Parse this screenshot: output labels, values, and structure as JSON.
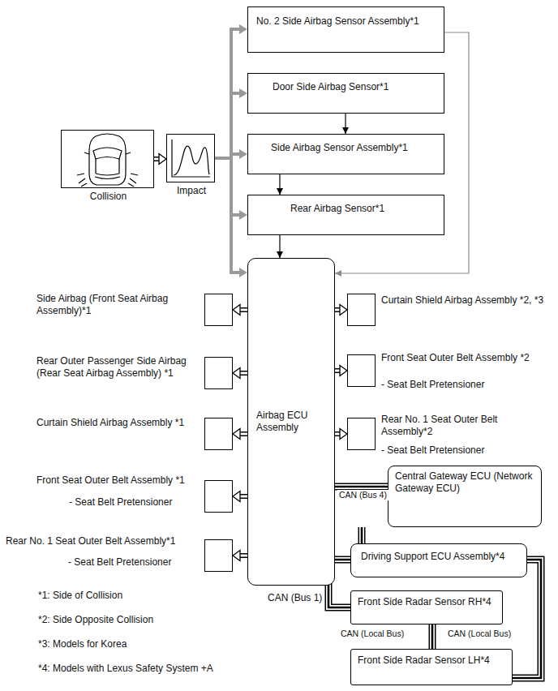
{
  "diagram": {
    "nodes": [
      {
        "text": [
          "No. 2 Side Airbag Sensor Assembly*1"
        ]
      },
      {
        "text": [
          "Door Side Airbag Sensor*1"
        ]
      },
      {
        "text": [
          "Side Airbag Sensor Assembly*1"
        ]
      },
      {
        "text": [
          "Rear Airbag Sensor*1"
        ]
      },
      {
        "text": [
          "Collision"
        ]
      },
      {
        "text": [
          "Impact"
        ]
      },
      {
        "text": [
          "Airbag ECU Assembly"
        ]
      },
      {
        "text": [
          "Side Airbag (Front Seat Airbag Assembly)*1"
        ]
      },
      {
        "text": [
          "Rear Outer Passenger Side Airbag (Rear Seat Airbag Assembly) *1"
        ]
      },
      {
        "text": [
          "Curtain Shield Airbag Assembly *1"
        ]
      },
      {
        "text": [
          "Front Seat Outer Belt Assembly *1",
          "- Seat Belt Pretensioner"
        ]
      },
      {
        "text": [
          "Rear No. 1 Seat Outer Belt Assembly*1",
          "- Seat Belt Pretensioner"
        ]
      },
      {
        "text": [
          "Curtain Shield Airbag Assembly *2, *3"
        ]
      },
      {
        "text": [
          "Front Seat Outer Belt Assembly *2",
          "- Seat Belt Pretensioner"
        ]
      },
      {
        "text": [
          "Rear No. 1 Seat Outer Belt Assembly*2",
          "- Seat Belt Pretensioner"
        ]
      },
      {
        "text": [
          "Central Gateway ECU (Network Gateway ECU)"
        ]
      },
      {
        "text": [
          "Driving Support ECU Assembly*4"
        ]
      },
      {
        "text": [
          "Front Side Radar Sensor RH*4"
        ]
      },
      {
        "text": [
          "Front Side Radar Sensor LH*4"
        ]
      }
    ],
    "edges": [
      {
        "from": 4,
        "to": 5,
        "arrow": "to"
      },
      {
        "from": 5,
        "to": 0,
        "arrow": "to"
      },
      {
        "from": 5,
        "to": 1,
        "arrow": "to"
      },
      {
        "from": 5,
        "to": 2,
        "arrow": "to"
      },
      {
        "from": 5,
        "to": 3,
        "arrow": "to"
      },
      {
        "from": 5,
        "to": 6,
        "arrow": "to"
      },
      {
        "from": 1,
        "to": 2,
        "arrow": "to"
      },
      {
        "from": 2,
        "to": 3,
        "arrow": "to"
      },
      {
        "from": 3,
        "to": 6,
        "arrow": "to"
      },
      {
        "from": 0,
        "to": 6,
        "arrow": "to"
      },
      {
        "from": 6,
        "to": 7,
        "arrow": "to"
      },
      {
        "from": 6,
        "to": 8,
        "arrow": "to"
      },
      {
        "from": 6,
        "to": 9,
        "arrow": "to"
      },
      {
        "from": 6,
        "to": 10,
        "arrow": "to"
      },
      {
        "from": 6,
        "to": 11,
        "arrow": "to"
      },
      {
        "from": 6,
        "to": 12,
        "arrow": "to"
      },
      {
        "from": 6,
        "to": 13,
        "arrow": "to"
      },
      {
        "from": 6,
        "to": 14,
        "arrow": "to"
      },
      {
        "from": 6,
        "to": 15,
        "label": "CAN (Bus 4)",
        "arrow": "none"
      },
      {
        "from": 15,
        "to": 16,
        "arrow": "none"
      },
      {
        "from": 16,
        "to": 17,
        "label": "CAN (Local Bus)",
        "arrow": "none"
      },
      {
        "from": 16,
        "to": 18,
        "label": "CAN (Local Bus)",
        "arrow": "none"
      },
      {
        "from": 17,
        "to": 18,
        "arrow": "none"
      }
    ],
    "labels": [
      "CAN (Bus 1)",
      "*1: Side of Collision",
      "*2: Side Opposite Collision",
      "*3: Models for Korea",
      "*4: Models with Lexus Safety System +A"
    ]
  }
}
